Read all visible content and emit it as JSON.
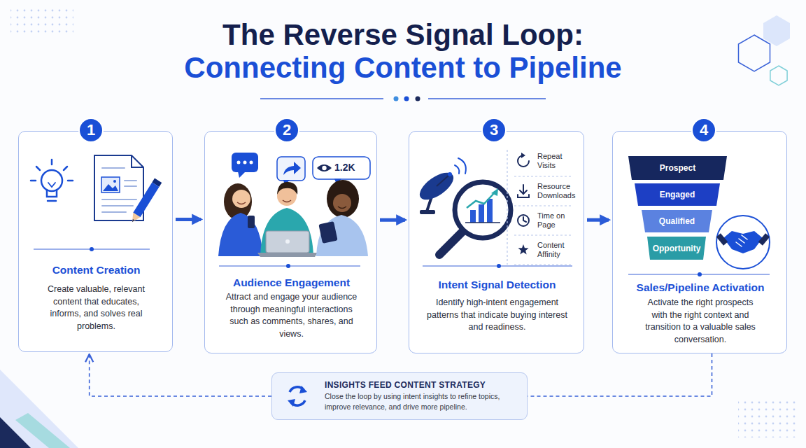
{
  "diagram": {
    "title": "The Reverse Signal Loop: Connecting Content to Pipeline",
    "nodes": [
      {
        "text": [
          "Content Creation",
          "Create valuable, relevant content that educates, informs, and solves real problems."
        ]
      },
      {
        "text": [
          "1"
        ],
        "in": 0
      },
      {
        "text": [
          "Audience Engagement",
          "Attract and engage your audience through meaningful interactions such as comments, shares, and views."
        ]
      },
      {
        "text": [
          "2"
        ],
        "in": 2
      },
      {
        "text": [
          "Intent Signal Detection",
          "Identify high-intent engagement patterns that indicate buying interest and readiness."
        ]
      },
      {
        "text": [
          "3"
        ],
        "in": 4
      },
      {
        "text": [
          "Sales/Pipeline Activation",
          "Activate the right prospects with the right context and transition to a valuable sales conversation."
        ]
      },
      {
        "text": [
          "4"
        ],
        "in": 6
      },
      {
        "text": [
          "Prospect"
        ],
        "in": 6
      },
      {
        "text": [
          "Engaged"
        ],
        "in": 6
      },
      {
        "text": [
          "Qualified"
        ],
        "in": 6
      },
      {
        "text": [
          "Opportunity"
        ],
        "in": 6
      },
      {
        "text": [
          "INSIGHTS FEED CONTENT STRATEGY",
          "Close the loop by using intent insights to refine topics, improve relevance, and drive more pipeline."
        ]
      }
    ],
    "edges": [
      {
        "from": 0,
        "to": 2,
        "arrow": "to"
      },
      {
        "from": 2,
        "to": 4,
        "arrow": "to"
      },
      {
        "from": 4,
        "to": 6,
        "arrow": "to"
      },
      {
        "from": 6,
        "to": 12,
        "arrow": "none"
      },
      {
        "from": 12,
        "to": 0,
        "arrow": "to"
      }
    ],
    "labels": [
      "1.2K",
      "Repeat Visits",
      "Resource Downloads",
      "Time on Page",
      "Content Affinity"
    ]
  }
}
